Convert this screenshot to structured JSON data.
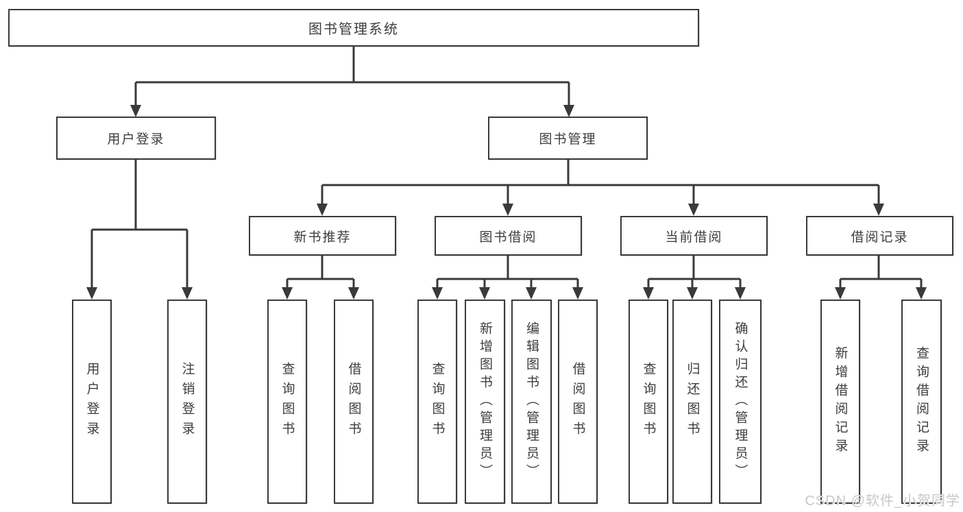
{
  "diagram": {
    "root": "图书管理系统",
    "level2": [
      "用户登录",
      "图书管理"
    ],
    "level3": [
      "新书推荐",
      "图书借阅",
      "当前借阅",
      "借阅记录"
    ],
    "leaves_user_login": [
      "用户登录",
      "注销登录"
    ],
    "leaves_new_book": [
      "查询图书",
      "借阅图书"
    ],
    "leaves_book_borrow": [
      "查询图书",
      "新增图书（管理员）",
      "编辑图书（管理员）",
      "借阅图书"
    ],
    "leaves_current_borrow": [
      "查询图书",
      "归还图书",
      "确认归还（管理员）"
    ],
    "leaves_borrow_records": [
      "新增借阅记录",
      "查询借阅记录"
    ]
  },
  "watermark": "CSDN @软件_小贺同学",
  "colors": {
    "line": "#3a3a3a",
    "box_border": "#3a3a3a",
    "text": "#3d3d3d",
    "background": "#ffffff",
    "watermark": "#c8c8c8"
  }
}
